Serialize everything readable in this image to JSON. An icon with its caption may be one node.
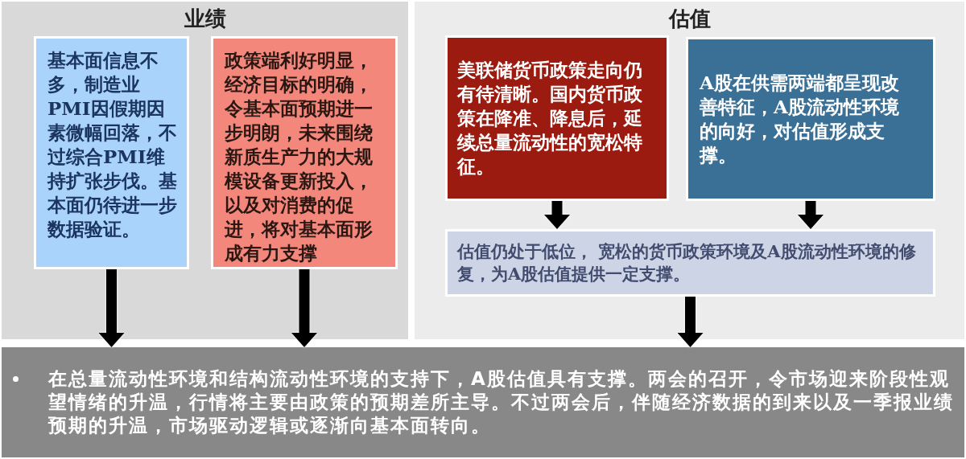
{
  "diagram": {
    "nodes": [
      {
        "text": [
          "业绩"
        ]
      },
      {
        "text": [
          "基本面信息不多，制造业PMI因假期因素微幅回落，不过综合PMI维持扩张步伐。基本面仍待进一步数据验证。"
        ],
        "in": 0
      },
      {
        "text": [
          "政策端利好明显，经济目标的明确，令基本面预期进一步明朗，未来围绕新质生产力的大规模设备更新投入，以及对消费的促进，将对基本面形成有力支撑"
        ],
        "in": 0
      },
      {
        "text": [
          "估值"
        ]
      },
      {
        "text": [
          "美联储货币政策走向仍有待清晰。国内货币政策在降准、降息后，延续总量流动性的宽松特征。"
        ],
        "in": 3
      },
      {
        "text": [
          "A股在供需两端都呈现改善特征，A股流动性环境的向好，对估值形成支撑。"
        ],
        "in": 3
      },
      {
        "text": [
          "估值仍处于低位， 宽松的货币政策环境及A股流动性环境的修复，为A股估值提供一定支撑。"
        ],
        "in": 3
      },
      {
        "text": [
          "在总量流动性环境和结构流动性环境的支持下，A股估值具有支撑。两会的召开，令市场迎来阶段性观望情绪的升温，行情将主要由政策的预期差所主导。不过两会后，伴随经济数据的到来以及一季报业绩预期的升温，市场驱动逻辑或逐渐向基本面转向。"
        ]
      }
    ],
    "edges": [
      {
        "from": 1,
        "to": 7,
        "arrow": "to"
      },
      {
        "from": 2,
        "to": 7,
        "arrow": "to"
      },
      {
        "from": 4,
        "to": 6,
        "arrow": "to"
      },
      {
        "from": 5,
        "to": 6,
        "arrow": "to"
      },
      {
        "from": 6,
        "to": 7,
        "arrow": "to"
      }
    ]
  }
}
